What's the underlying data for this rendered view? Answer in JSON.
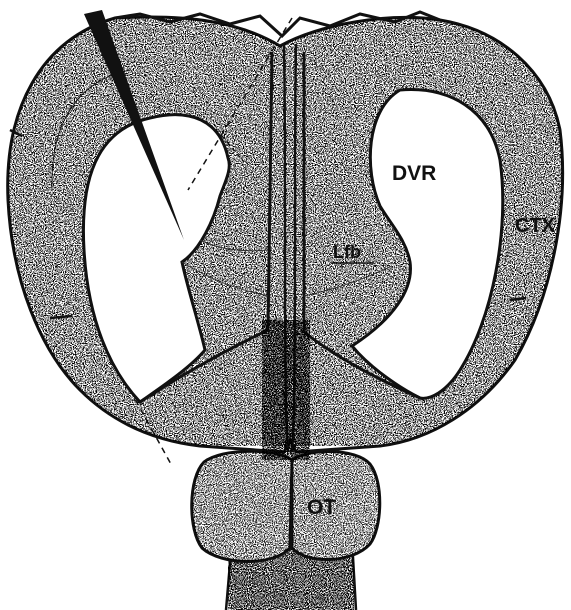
{
  "labels": {
    "dvr": "DVR",
    "ctx": "CTX",
    "lfb": "Lfb",
    "ot": "OT"
  },
  "colors": {
    "ink": "#111111",
    "paper": "#ffffff"
  }
}
